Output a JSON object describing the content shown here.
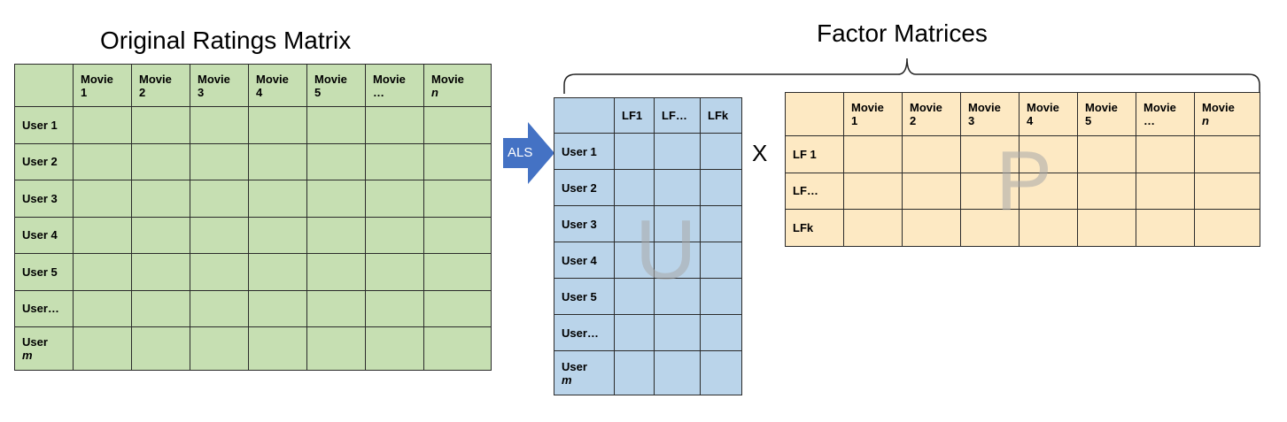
{
  "ratings": {
    "title": "Original Ratings Matrix",
    "columns": [
      {
        "l1": "Movie",
        "l2": "1"
      },
      {
        "l1": "Movie",
        "l2": "2"
      },
      {
        "l1": "Movie",
        "l2": "3"
      },
      {
        "l1": "Movie",
        "l2": "4"
      },
      {
        "l1": "Movie",
        "l2": "5"
      },
      {
        "l1": "Movie",
        "l2": "…"
      },
      {
        "l1": "Movie",
        "l2": "n"
      }
    ],
    "rows": [
      {
        "l1": "User 1",
        "l2": ""
      },
      {
        "l1": "User 2",
        "l2": ""
      },
      {
        "l1": "User 3",
        "l2": ""
      },
      {
        "l1": "User 4",
        "l2": ""
      },
      {
        "l1": "User 5",
        "l2": ""
      },
      {
        "l1": "User…",
        "l2": ""
      },
      {
        "l1": "User",
        "l2": "m"
      }
    ],
    "color": "#c6dfb2"
  },
  "arrow": {
    "label": "ALS",
    "color": "#4472c4"
  },
  "factor": {
    "title": "Factor Matrices"
  },
  "u_matrix": {
    "watermark": "U",
    "columns": [
      "LF1",
      "LF…",
      "LFk"
    ],
    "rows": [
      {
        "l1": "User 1",
        "l2": ""
      },
      {
        "l1": "User 2",
        "l2": ""
      },
      {
        "l1": "User 3",
        "l2": ""
      },
      {
        "l1": "User 4",
        "l2": ""
      },
      {
        "l1": "User 5",
        "l2": ""
      },
      {
        "l1": "User…",
        "l2": ""
      },
      {
        "l1": "User",
        "l2": "m"
      }
    ],
    "color": "#bad4ea"
  },
  "operator": "X",
  "p_matrix": {
    "watermark": "P",
    "columns": [
      {
        "l1": "Movie",
        "l2": "1"
      },
      {
        "l1": "Movie",
        "l2": "2"
      },
      {
        "l1": "Movie",
        "l2": "3"
      },
      {
        "l1": "Movie",
        "l2": "4"
      },
      {
        "l1": "Movie",
        "l2": "5"
      },
      {
        "l1": "Movie",
        "l2": "…"
      },
      {
        "l1": "Movie",
        "l2": "n"
      }
    ],
    "rows": [
      "LF 1",
      "LF…",
      "LFk"
    ],
    "color": "#fde9c3"
  }
}
